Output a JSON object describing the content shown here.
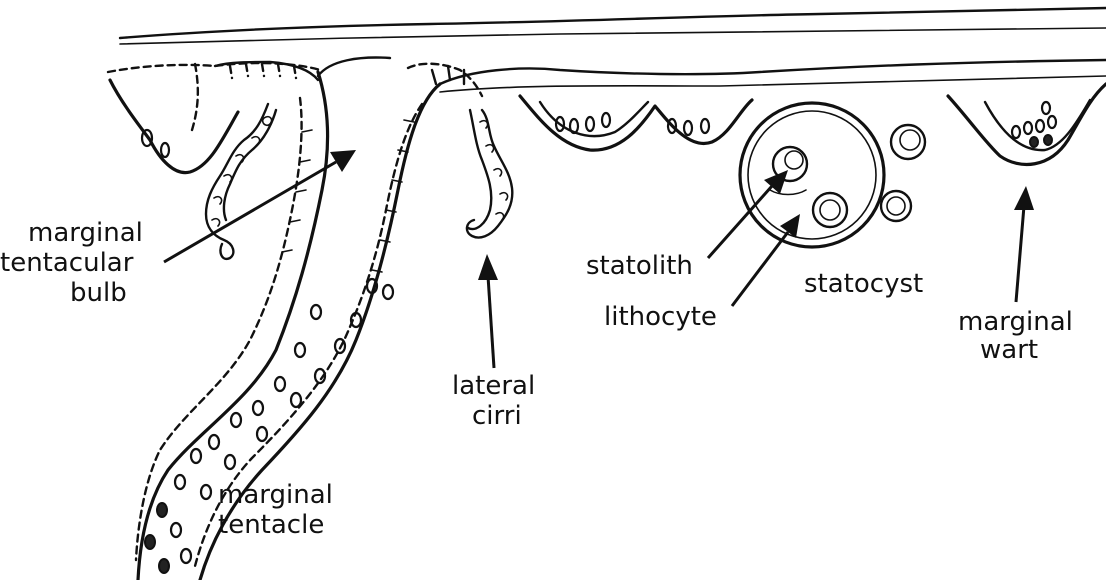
{
  "labels": {
    "marginal_tentacular_bulb": [
      "marginal",
      "tentacular",
      "bulb"
    ],
    "lateral_cirri": [
      "lateral",
      "cirri"
    ],
    "statolith": "statolith",
    "lithocyte": "lithocyte",
    "statocyst": "statocyst",
    "marginal_wart": [
      "marginal",
      "wart"
    ],
    "marginal_tentacle": [
      "marginal",
      "tentacle"
    ]
  }
}
